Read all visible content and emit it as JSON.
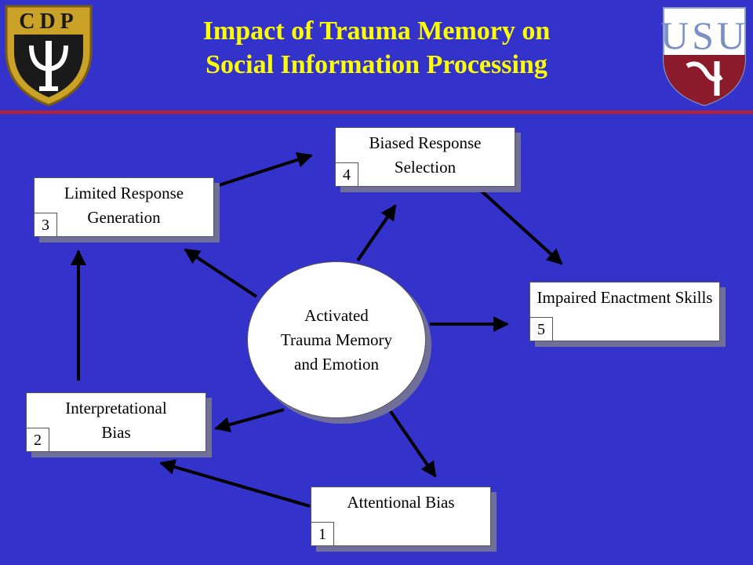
{
  "slide": {
    "title_line1": "Impact of Trauma Memory on",
    "title_line2": "Social Information Processing"
  },
  "logos": {
    "left_letters": "CDP",
    "right_letters": "USU"
  },
  "center": {
    "label": "Activated Trauma Memory and Emotion"
  },
  "boxes": {
    "attentional": {
      "label": "Attentional Bias",
      "number": "1"
    },
    "interpretational": {
      "label": "Interpretational Bias",
      "number": "2"
    },
    "limited": {
      "label": "Limited Response Generation",
      "number": "3"
    },
    "biased": {
      "label": "Biased Response Selection",
      "number": "4"
    },
    "impaired": {
      "label": "Impaired Enactment Skills",
      "number": "5"
    }
  },
  "colors": {
    "background": "#3333cc",
    "title": "#ffff00",
    "rule": "#c0202a",
    "box_fill": "#ffffff",
    "arrow": "#000000"
  }
}
